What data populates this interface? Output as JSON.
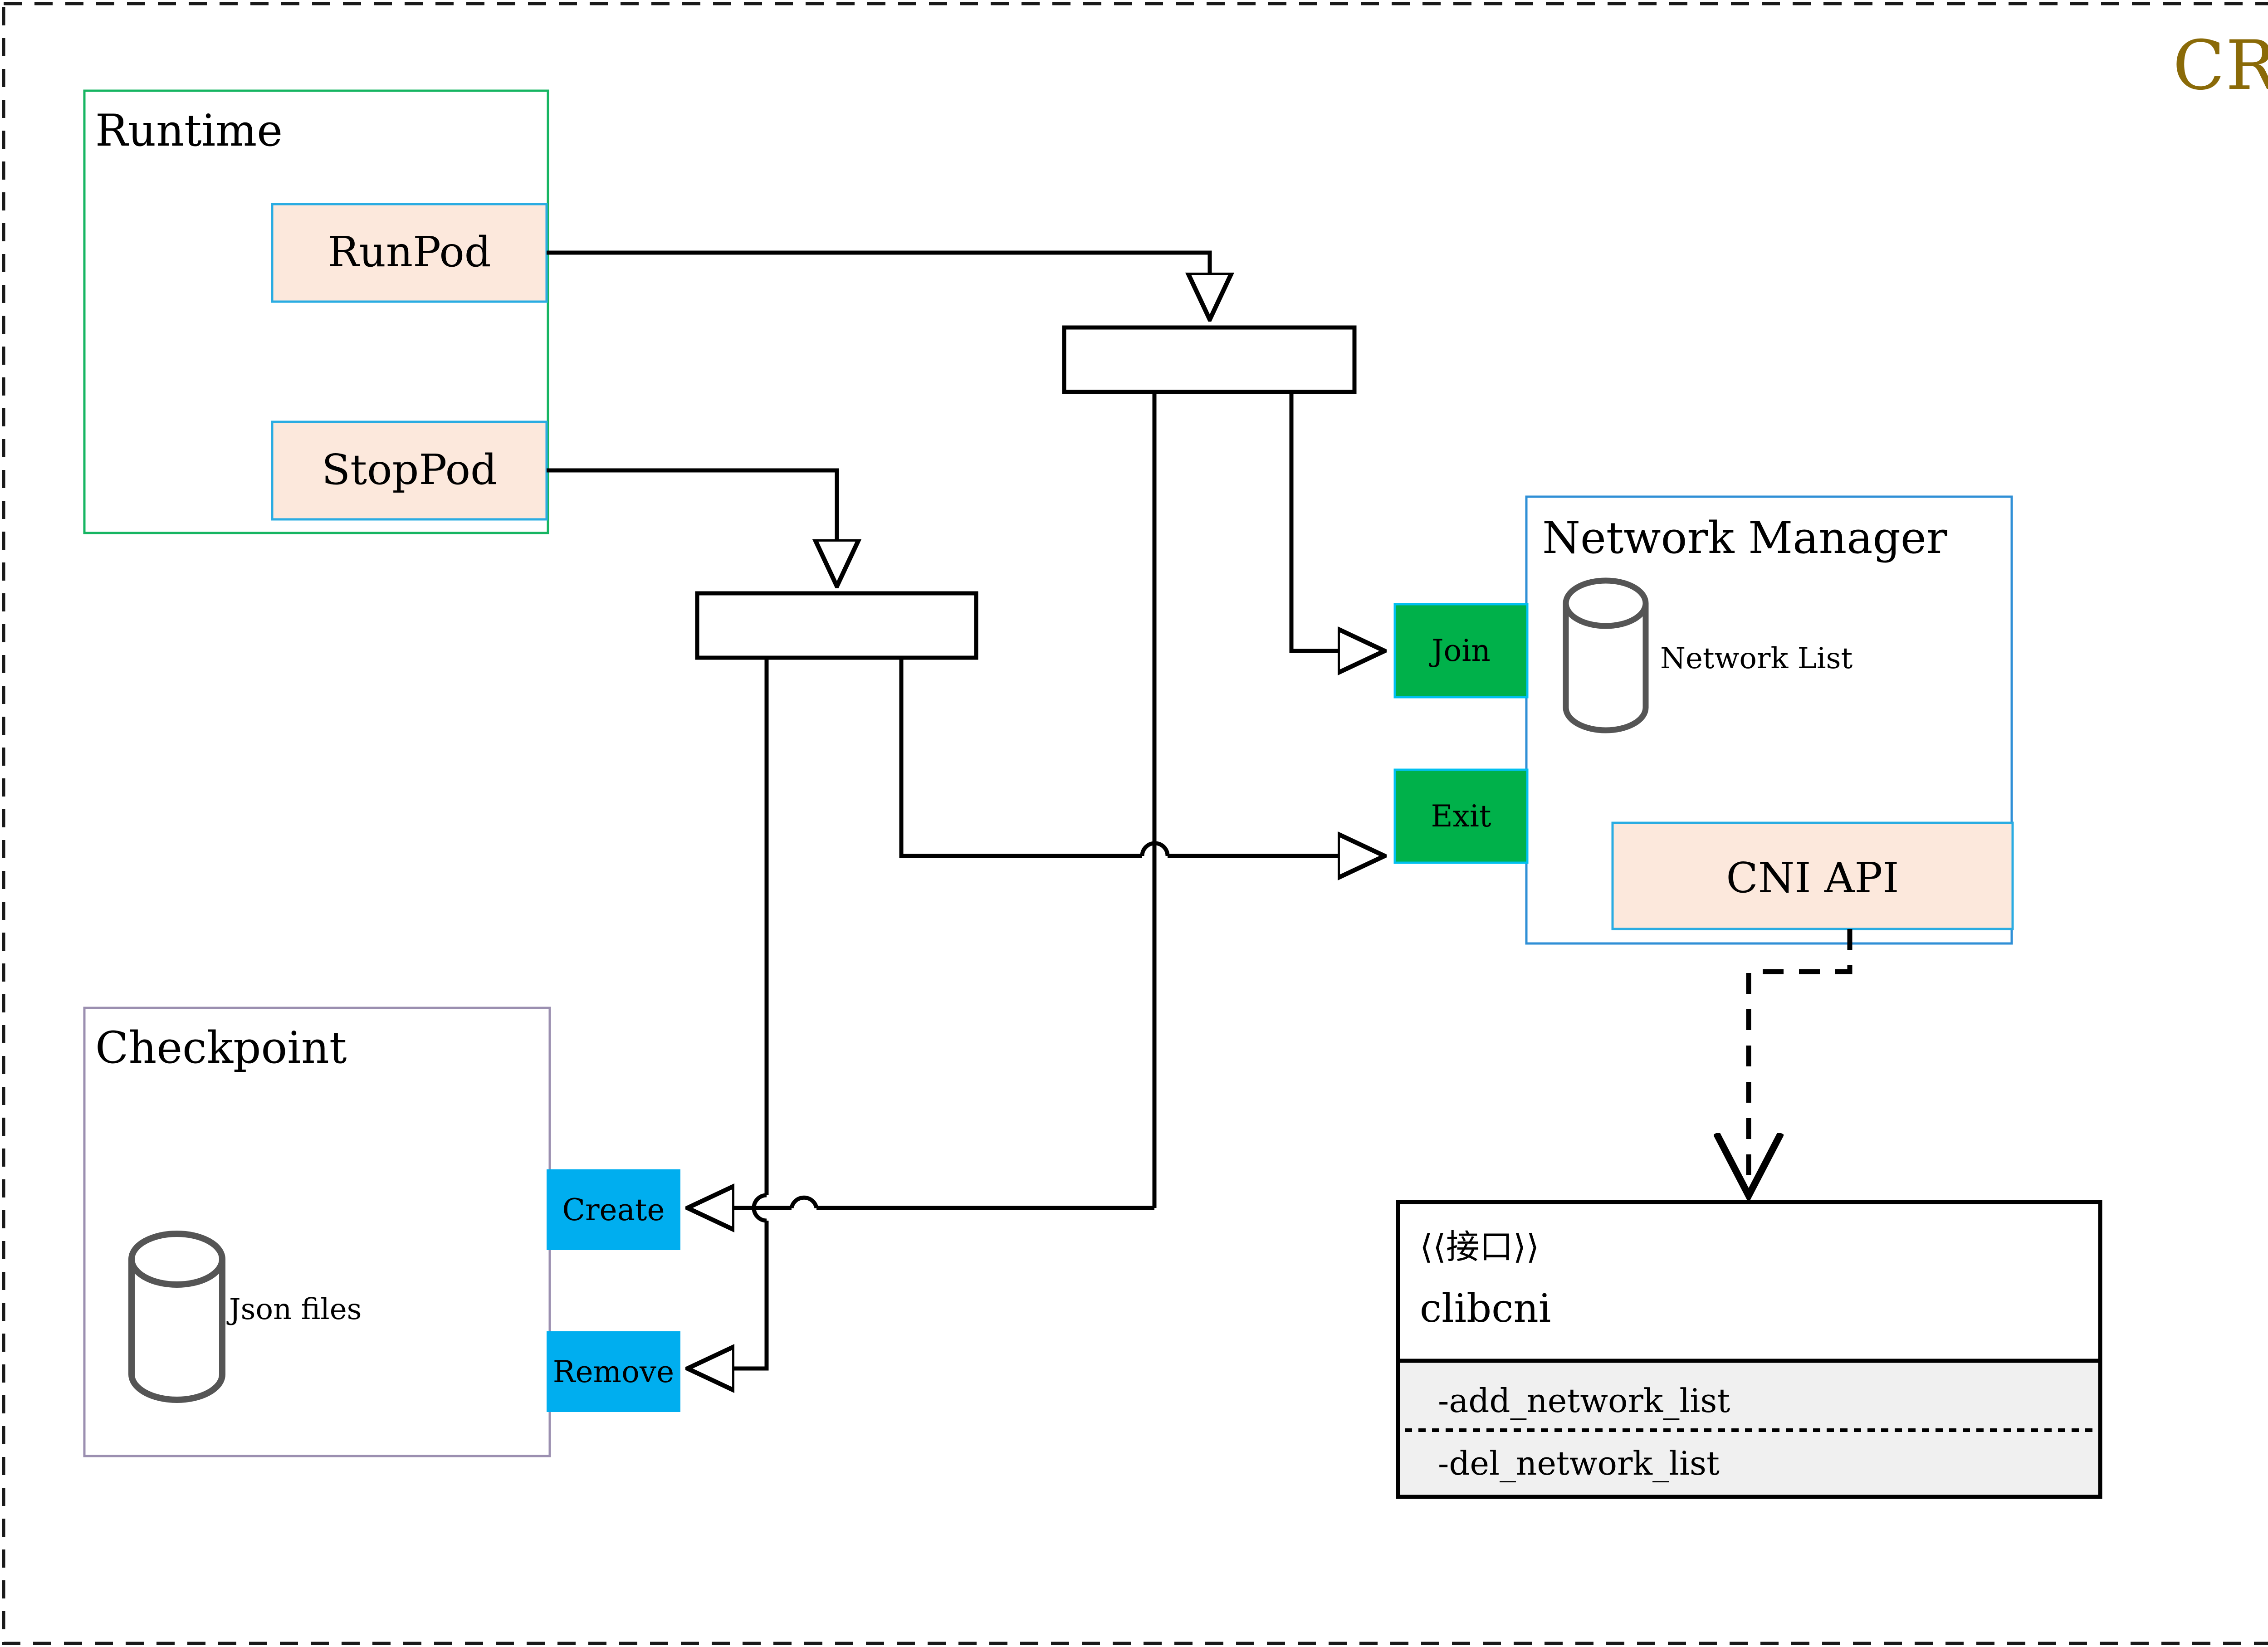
{
  "diagram": {
    "title": "CRI",
    "title_color": "#8a6a08",
    "frame": {
      "style": "dashed",
      "color": "#1a1a1a"
    }
  },
  "palette": {
    "peach_fill": "#fce8dc",
    "peach_border": "#2aace2",
    "runtime_border": "#16b562",
    "checkpoint_border": "#9b8fb0",
    "netmgr_border": "#2f8fd6",
    "green_fill": "#00b14a",
    "green_border": "#00c0f0",
    "cyan_fill": "#00aeef",
    "line": "#000000",
    "cylinder_stroke": "#555555",
    "iface_method_bg": "#f0f0f0"
  },
  "groups": {
    "runtime": {
      "label": "Runtime",
      "items": [
        {
          "label": "RunPod"
        },
        {
          "label": "StopPod"
        }
      ]
    },
    "checkpoint": {
      "label": "Checkpoint",
      "store_label": "Json files",
      "items": [
        {
          "label": "Create"
        },
        {
          "label": "Remove"
        }
      ]
    },
    "network_manager": {
      "label": "Network Manager",
      "store_label": "Network List",
      "ports": [
        {
          "label": "Join"
        },
        {
          "label": "Exit"
        }
      ],
      "api": {
        "label": "CNI API"
      }
    }
  },
  "interface": {
    "stereotype": "⟨⟨接口⟩⟩",
    "name": "clibcni",
    "methods": [
      "-add_network_list",
      "-del_network_list"
    ]
  },
  "junctions": [
    {
      "name": "runpod-fork"
    },
    {
      "name": "stoppod-fork"
    }
  ]
}
